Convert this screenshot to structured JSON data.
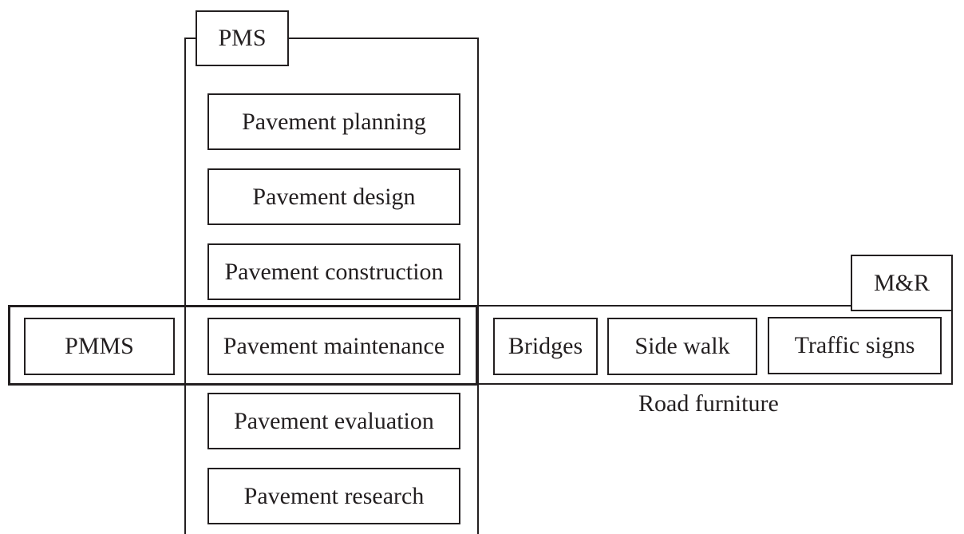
{
  "pms": {
    "label": "PMS",
    "items": [
      "Pavement planning",
      "Pavement design",
      "Pavement construction",
      "Pavement maintenance",
      "Pavement evaluation",
      "Pavement research"
    ]
  },
  "pmms": {
    "label": "PMMS"
  },
  "mr": {
    "label": "M&R",
    "items": [
      "Bridges",
      "Side walk",
      "Traffic signs"
    ],
    "caption": "Road furniture"
  }
}
